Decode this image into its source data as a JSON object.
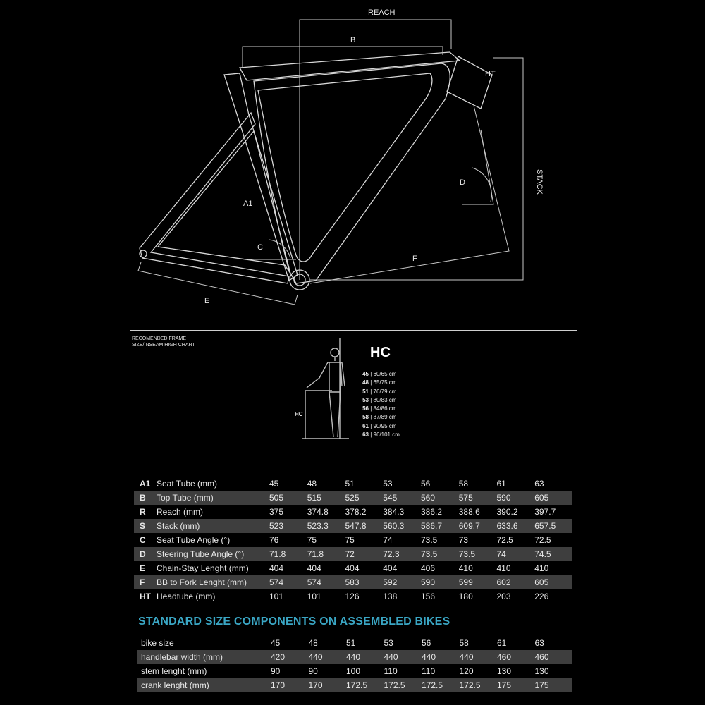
{
  "diagram": {
    "labels": {
      "reach": "REACH",
      "b": "B",
      "ht": "HT",
      "stack": "STACK",
      "d": "D",
      "a1": "A1",
      "c": "C",
      "f": "F",
      "e": "E"
    }
  },
  "size_chart": {
    "title_line1": "RECOMENDED FRAME",
    "title_line2": "SIZE/INSEAM HIGH CHART",
    "hc_title": "HC",
    "hc_label": "HC",
    "rows": [
      {
        "size": "45",
        "range": "60/65 cm"
      },
      {
        "size": "48",
        "range": "65/75 cm"
      },
      {
        "size": "51",
        "range": "76/79 cm"
      },
      {
        "size": "53",
        "range": "80/83 cm"
      },
      {
        "size": "56",
        "range": "84/86 cm"
      },
      {
        "size": "58",
        "range": "87/89 cm"
      },
      {
        "size": "61",
        "range": "90/95 cm"
      },
      {
        "size": "63",
        "range": "96/101 cm"
      }
    ]
  },
  "geometry": {
    "rows": [
      {
        "code": "A1",
        "name": "Seat Tube (mm)",
        "values": [
          "45",
          "48",
          "51",
          "53",
          "56",
          "58",
          "61",
          "63"
        ]
      },
      {
        "code": "B",
        "name": "Top Tube (mm)",
        "values": [
          "505",
          "515",
          "525",
          "545",
          "560",
          "575",
          "590",
          "605"
        ]
      },
      {
        "code": "R",
        "name": "Reach (mm)",
        "values": [
          "375",
          "374.8",
          "378.2",
          "384.3",
          "386.2",
          "388.6",
          "390.2",
          "397.7"
        ]
      },
      {
        "code": "S",
        "name": "Stack (mm)",
        "values": [
          "523",
          "523.3",
          "547.8",
          "560.3",
          "586.7",
          "609.7",
          "633.6",
          "657.5"
        ]
      },
      {
        "code": "C",
        "name": "Seat Tube Angle (°)",
        "values": [
          "76",
          "75",
          "75",
          "74",
          "73.5",
          "73",
          "72.5",
          "72.5"
        ]
      },
      {
        "code": "D",
        "name": "Steering Tube Angle (°)",
        "values": [
          "71.8",
          "71.8",
          "72",
          "72.3",
          "73.5",
          "73.5",
          "74",
          "74.5"
        ]
      },
      {
        "code": "E",
        "name": "Chain-Stay Lenght (mm)",
        "values": [
          "404",
          "404",
          "404",
          "404",
          "406",
          "410",
          "410",
          "410"
        ]
      },
      {
        "code": "F",
        "name": "BB to Fork Lenght (mm)",
        "values": [
          "574",
          "574",
          "583",
          "592",
          "590",
          "599",
          "602",
          "605"
        ]
      },
      {
        "code": "HT",
        "name": "Headtube (mm)",
        "values": [
          "101",
          "101",
          "126",
          "138",
          "156",
          "180",
          "203",
          "226"
        ]
      }
    ]
  },
  "components": {
    "title": "STANDARD SIZE COMPONENTS ON ASSEMBLED BIKES",
    "rows": [
      {
        "name": "bike size",
        "values": [
          "45",
          "48",
          "51",
          "53",
          "56",
          "58",
          "61",
          "63"
        ]
      },
      {
        "name": "handlebar width (mm)",
        "values": [
          "420",
          "440",
          "440",
          "440",
          "440",
          "440",
          "460",
          "460"
        ]
      },
      {
        "name": "stem lenght (mm)",
        "values": [
          "90",
          "90",
          "100",
          "110",
          "110",
          "120",
          "130",
          "130"
        ]
      },
      {
        "name": "crank lenght (mm)",
        "values": [
          "170",
          "170",
          "172.5",
          "172.5",
          "172.5",
          "172.5",
          "175",
          "175"
        ]
      }
    ]
  },
  "colors": {
    "background": "#000000",
    "accent": "#3aa6c4",
    "row_shade": "#3e3e3e"
  }
}
